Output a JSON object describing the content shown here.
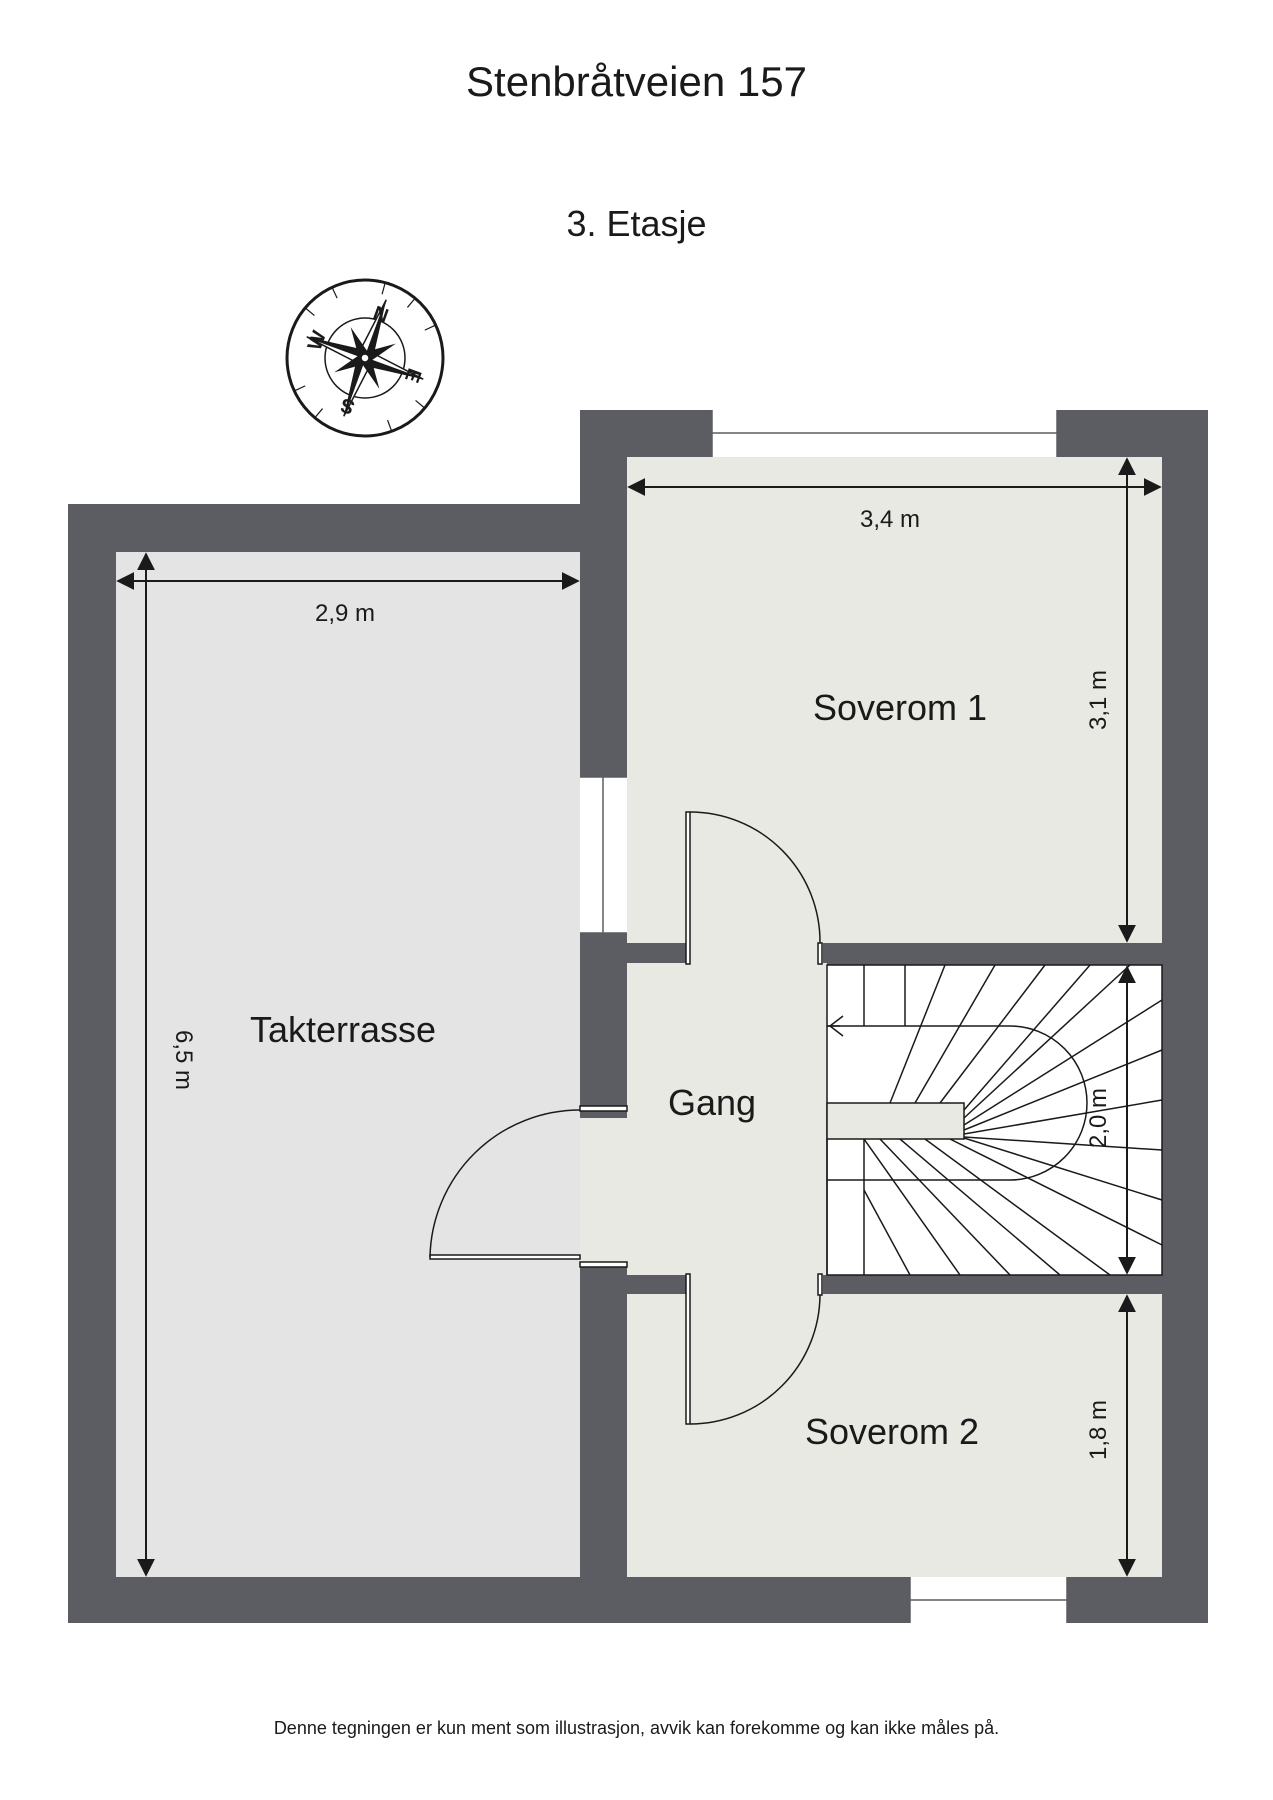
{
  "header": {
    "address": "Stenbråtveien 157",
    "floor": "3. Etasje"
  },
  "compass": {
    "north": "N",
    "east": "E",
    "south": "S",
    "west": "W",
    "icon": "compass-rose-icon"
  },
  "rooms": {
    "terrace": "Takterrasse",
    "bedroom1": "Soverom 1",
    "hall": "Gang",
    "bedroom2": "Soverom 2"
  },
  "dimensions": {
    "terrace_width": "2,9 m",
    "terrace_length": "6,5 m",
    "bedroom1_width": "3,4 m",
    "bedroom1_depth": "3,1 m",
    "stair_depth": "2,0 m",
    "bedroom2_depth": "1,8 m"
  },
  "footer": {
    "disclaimer": "Denne tegningen er kun ment som illustrasjon, avvik kan forekomme og kan ikke måles på."
  },
  "colors": {
    "wall": "#5b5d62",
    "terrace_floor": "#e4e4e4",
    "room_floor": "#e8e9e3",
    "line": "#1a1a1a"
  }
}
